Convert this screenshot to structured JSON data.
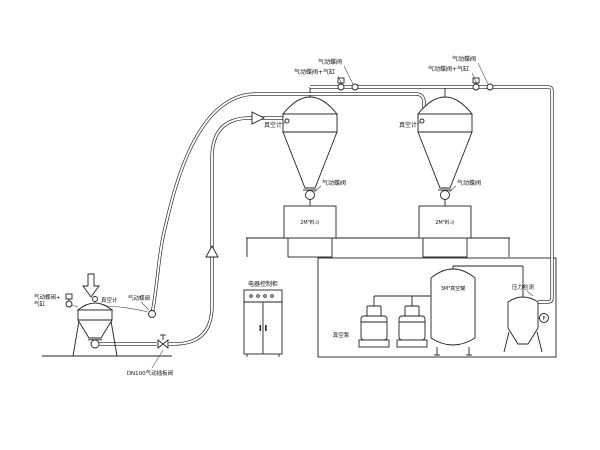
{
  "labels": {
    "pneumatic_valve": "气动蝶阀",
    "pneumatic_valve_cylinder": "气动蝶阀+气缸",
    "vacuum_gauge": "真空计",
    "bin": "2M³料斗",
    "control_cabinet": "电器控制柜",
    "vacuum_pump": "真空泵",
    "vacuum_tank": "3M³真空罐",
    "pressure_detection": "压力检测",
    "gauge_p": "P",
    "slide_valve": "DN100气动插板阀",
    "feeder_valve_cyl_line1": "气动蝶阀+",
    "feeder_valve_cyl_line2": "气缸"
  },
  "colors": {
    "line": "#1a1a1a",
    "background": "#ffffff"
  }
}
